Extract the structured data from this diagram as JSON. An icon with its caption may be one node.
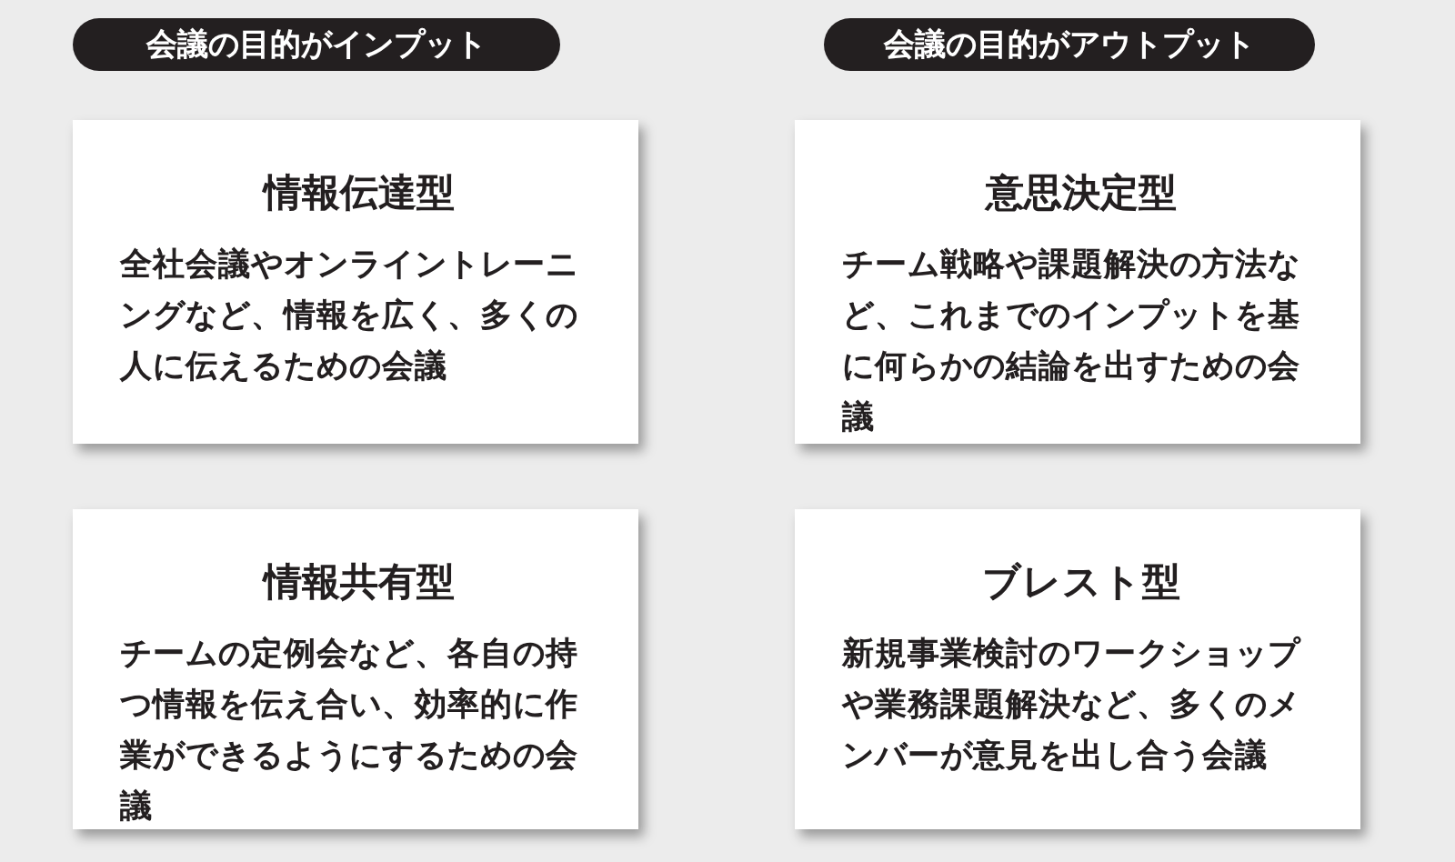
{
  "diagram": {
    "nodes": [
      {
        "text": [
          "会議の目的がインプット"
        ]
      },
      {
        "text": [
          "会議の目的がアウトプット"
        ]
      },
      {
        "text": [
          "情報伝達型",
          "全社会議やオンライントレーニングなど、情報を広く、多くの人に伝えるための会議"
        ]
      },
      {
        "text": [
          "意思決定型",
          "チーム戦略や課題解決の方法など、これまでのインプットを基に何らかの結論を出すための会議"
        ]
      },
      {
        "text": [
          "情報共有型",
          "チームの定例会など、各自の持つ情報を伝え合い、効率的に作業ができるようにするための会議"
        ]
      },
      {
        "text": [
          "ブレスト型",
          "新規事業検討のワークショップや業務課題解決など、多くのメンバーが意見を出し合う会議"
        ]
      }
    ]
  }
}
